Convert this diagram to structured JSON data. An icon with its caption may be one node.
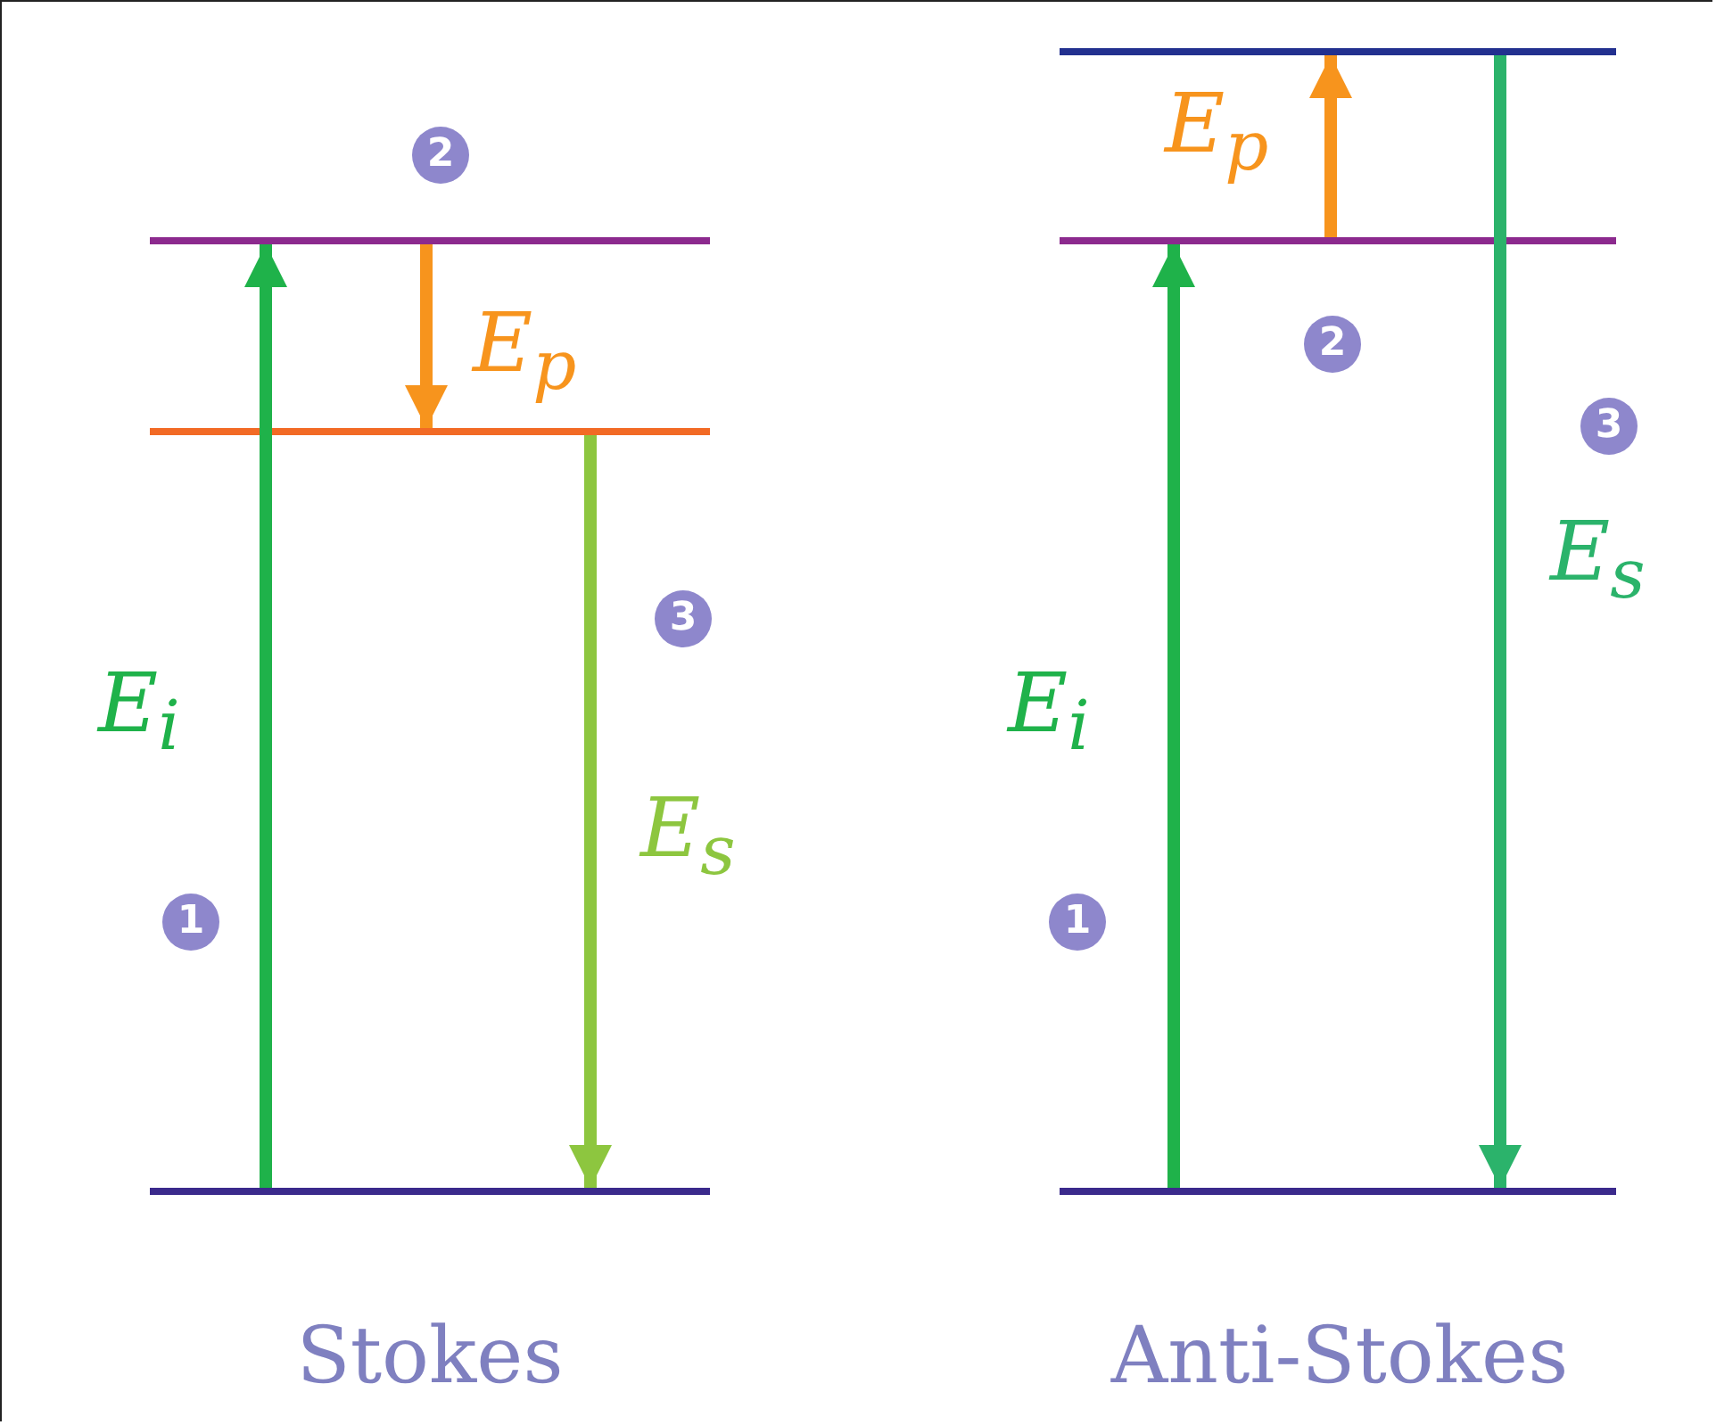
{
  "diagram": {
    "nodes": [
      {
        "text": [],
        "shape": "bar"
      },
      {
        "text": [],
        "shape": "bar"
      },
      {
        "text": [],
        "shape": "bar"
      },
      {
        "text": [],
        "shape": "bar"
      },
      {
        "text": [],
        "shape": "bar"
      },
      {
        "text": [],
        "shape": "bar"
      }
    ],
    "edges": [
      {
        "from": 2,
        "to": 0,
        "arrow": "to",
        "label": "E$_{i}$",
        "color": "#1fb24a"
      },
      {
        "from": 0,
        "to": 1,
        "arrow": "to",
        "label": "E$_{p}$",
        "color": "#f7941d"
      },
      {
        "from": 1,
        "to": 2,
        "arrow": "to",
        "label": "E$_{s}$",
        "color": "#8dc63f"
      },
      {
        "from": 5,
        "to": 4,
        "arrow": "to",
        "label": "E$_{i}$",
        "color": "#1fb24a"
      },
      {
        "from": 4,
        "to": 3,
        "arrow": "to",
        "label": "E$_{p}$",
        "color": "#f7941d"
      },
      {
        "from": 3,
        "to": 5,
        "arrow": "to",
        "label": "E$_{s}$",
        "color": "#2bb36b"
      }
    ],
    "labels": [
      "2",
      "3",
      "1",
      "Stokes",
      "2",
      "3",
      "1",
      "Anti-Stokes"
    ]
  }
}
